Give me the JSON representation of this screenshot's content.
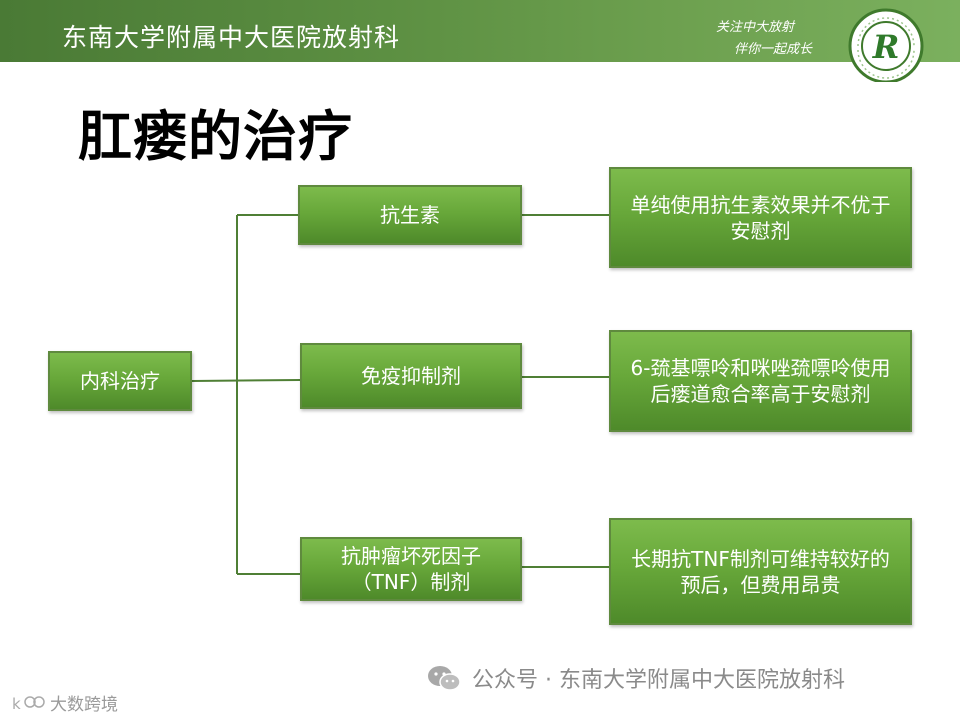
{
  "header": {
    "title": "东南大学附属中大医院放射科",
    "slogan_line1": "关注中大放射",
    "slogan_line2": "伴你一起成长",
    "logo_letter": "R"
  },
  "slide": {
    "title": "肛瘘的治疗"
  },
  "diagram": {
    "root": "内科治疗",
    "branches": [
      {
        "label": "抗生素",
        "result": "单纯使用抗生素效果并不优于安慰剂"
      },
      {
        "label": "免疫抑制剂",
        "result": "6-巯基嘌呤和咪唑巯嘌呤使用后瘘道愈合率高于安慰剂"
      },
      {
        "label_line1": "抗肿瘤坏死因子",
        "label_line2": "（TNF）制剂",
        "result": "长期抗TNF制剂可维持较好的预后，但费用昂贵"
      }
    ]
  },
  "footer": {
    "text": "公众号 · 东南大学附属中大医院放射科"
  },
  "watermark": {
    "text": "大数跨境"
  },
  "colors": {
    "header_green": "#5c8f42",
    "box_green": "#68a83a",
    "box_border": "#5f8a3e"
  }
}
